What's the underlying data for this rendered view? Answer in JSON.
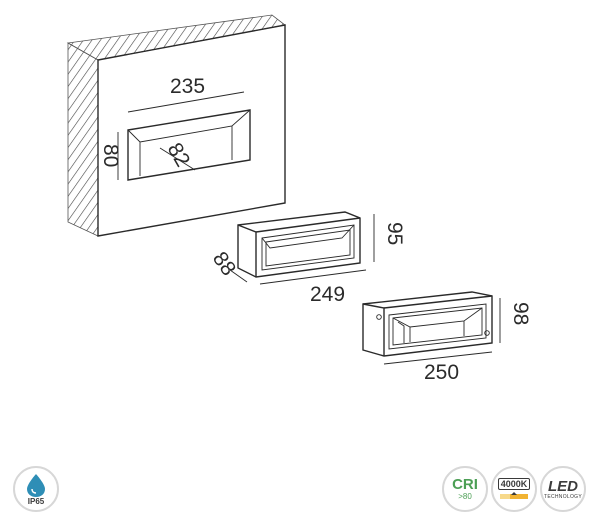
{
  "dimensions": {
    "wall_width": "235",
    "wall_height": "80",
    "wall_depth": "82",
    "box_depth": "88",
    "box_width": "249",
    "box_height": "95",
    "cover_width": "250",
    "cover_height": "98"
  },
  "badges": {
    "ip": {
      "label": "IP65",
      "color": "#2e8eb6"
    },
    "cri": {
      "label": "CRI",
      "sub": ">80",
      "color": "#4c9f55"
    },
    "cct": {
      "label": "4000K",
      "color": "#f1b332"
    },
    "led": {
      "label": "LED",
      "sub": "TECHNOLOGY",
      "color": "#3c3c3c"
    }
  }
}
